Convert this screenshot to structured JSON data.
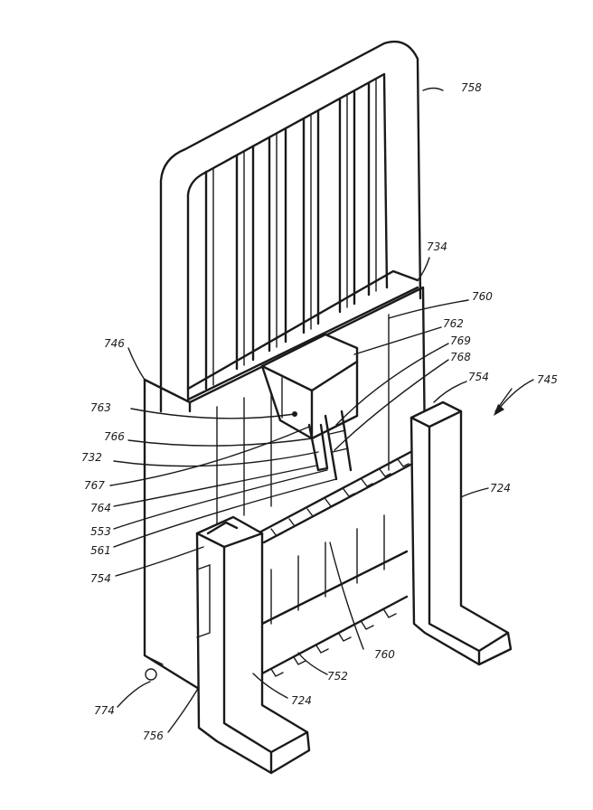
{
  "references": {
    "r758": "758",
    "r734": "734",
    "r760a": "760",
    "r762": "762",
    "r769": "769",
    "r768": "768",
    "r754a": "754",
    "r746": "746",
    "r745": "745",
    "r763": "763",
    "r766": "766",
    "r732": "732",
    "r767": "767",
    "r764": "764",
    "r553": "553",
    "r561": "561",
    "r754b": "754",
    "r724a": "724",
    "r760b": "760",
    "r752": "752",
    "r724b": "724",
    "r774": "774",
    "r756": "756"
  }
}
